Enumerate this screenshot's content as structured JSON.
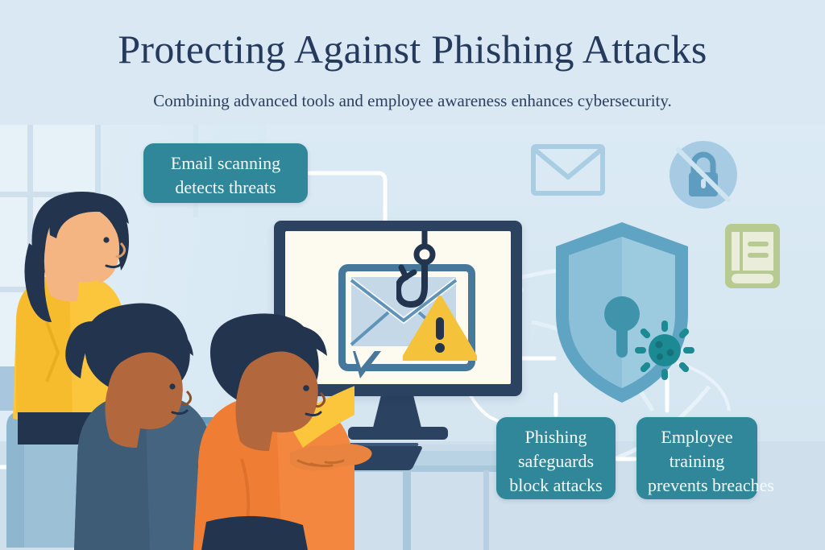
{
  "header": {
    "title": "Protecting Against Phishing Attacks",
    "subtitle": "Combining advanced tools and employee awareness enhances cybersecurity."
  },
  "callouts": [
    {
      "id": "email-scanning",
      "lines": [
        "Email scanning",
        "detects threats"
      ]
    },
    {
      "id": "phishing-safeguards",
      "lines": [
        "Phishing",
        "safeguards",
        "block attacks"
      ]
    },
    {
      "id": "employee-training",
      "lines": [
        "Employee",
        "training",
        "prevents breaches"
      ]
    }
  ],
  "icons": [
    {
      "name": "envelope-icon",
      "label": "Envelope"
    },
    {
      "name": "blocked-lock-icon",
      "label": "Blocked lock"
    },
    {
      "name": "training-book-icon",
      "label": "Training manual"
    },
    {
      "name": "shield-keyhole-icon",
      "label": "Security shield"
    },
    {
      "name": "virus-icon",
      "label": "Malware virus"
    },
    {
      "name": "fishing-hook-icon",
      "label": "Phishing hook"
    },
    {
      "name": "warning-triangle-icon",
      "label": "Warning"
    },
    {
      "name": "email-bubble-icon",
      "label": "Suspicious email message"
    }
  ],
  "scene": {
    "people": [
      {
        "name": "standing-woman",
        "clothing": "yellow sweater"
      },
      {
        "name": "seated-person",
        "clothing": "blue-grey top"
      },
      {
        "name": "seated-man",
        "clothing": "orange sweater"
      }
    ],
    "objects": [
      "monitor",
      "keyboard",
      "desk",
      "office-chairs",
      "window"
    ]
  },
  "colors": {
    "background": "#dceaf3",
    "title_text": "#253a5c",
    "callout_bg": "#2f8799",
    "callout_text": "#f4fbfc",
    "monitor_frame": "#2b4260",
    "screen": "#fdfaf0",
    "warning_yellow": "#f5c33b",
    "shield_blue": "#6aafc9",
    "virus_teal": "#1b8a93",
    "sweater_yellow": "#fbc53c",
    "sweater_orange": "#f3873f",
    "connector_line": "#ffffff"
  }
}
